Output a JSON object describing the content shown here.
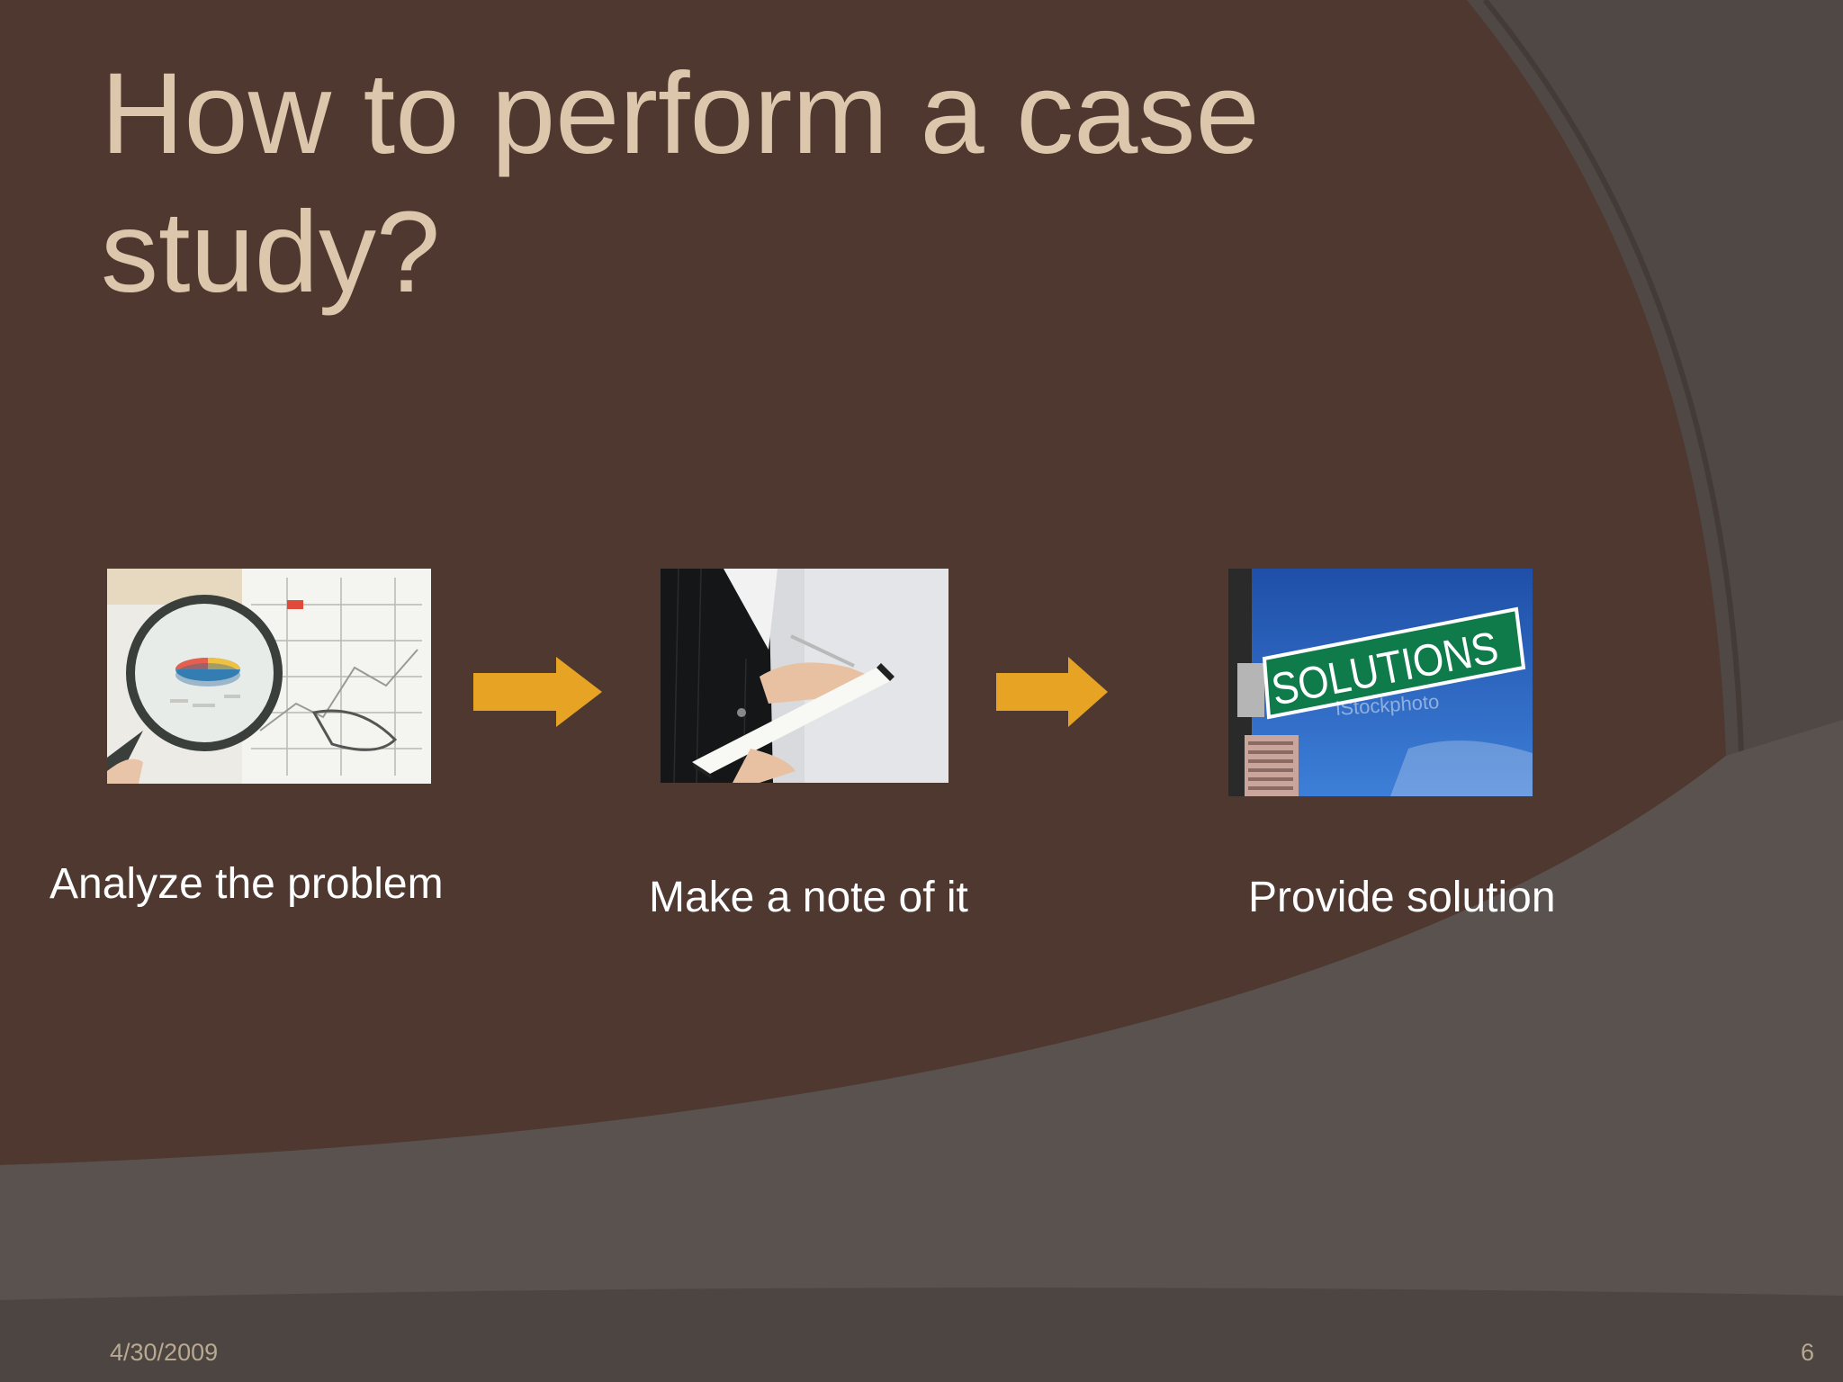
{
  "slide": {
    "title": "How to perform a case\nstudy?",
    "steps": [
      {
        "caption": "Analyze the problem",
        "image": "magnifying-glass-over-chart"
      },
      {
        "caption": "Make a note of it",
        "image": "person-writing-in-notebook"
      },
      {
        "caption": "Provide solution",
        "image": "solutions-street-sign",
        "image_text": "SOLUTIONS",
        "watermark": "iStockphoto"
      }
    ],
    "footer": {
      "date": "4/30/2009",
      "page": "6"
    }
  },
  "colors": {
    "background_dark": "#4e382f",
    "background_gray": "#5a514d",
    "title": "#dcc7ac",
    "arrow": "#e7a324",
    "caption": "#ffffff"
  }
}
